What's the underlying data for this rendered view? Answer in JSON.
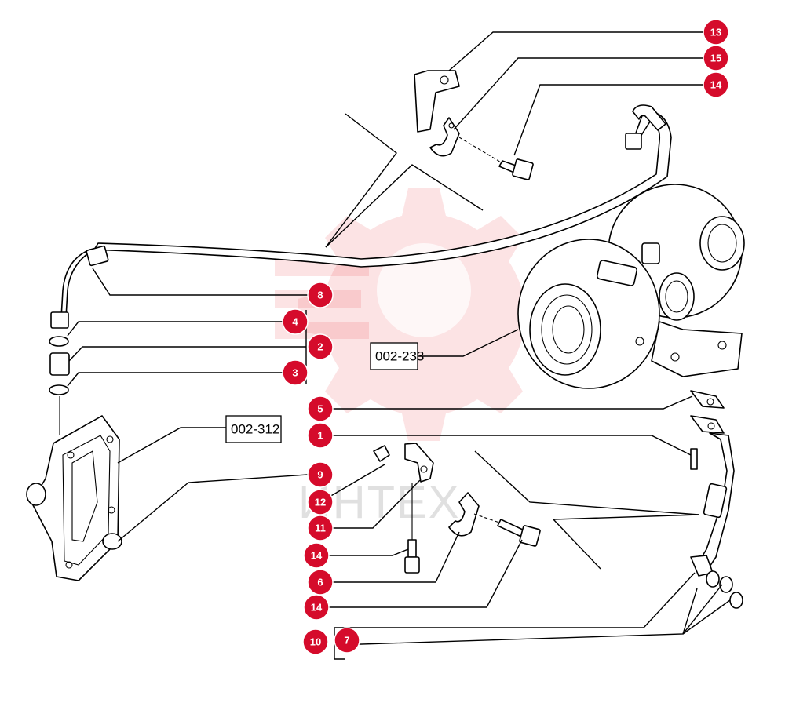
{
  "watermark": {
    "text": "ИНТЕХ",
    "color": "#e8232f"
  },
  "callout_color": "#d50b2b",
  "callouts": [
    {
      "id": "c13a",
      "label": "13"
    },
    {
      "id": "c15",
      "label": "15"
    },
    {
      "id": "c14a",
      "label": "14"
    },
    {
      "id": "c8",
      "label": "8"
    },
    {
      "id": "c4",
      "label": "4"
    },
    {
      "id": "c2",
      "label": "2"
    },
    {
      "id": "c3",
      "label": "3"
    },
    {
      "id": "c5",
      "label": "5"
    },
    {
      "id": "c1",
      "label": "1"
    },
    {
      "id": "c9",
      "label": "9"
    },
    {
      "id": "c12",
      "label": "12"
    },
    {
      "id": "c11",
      "label": "11"
    },
    {
      "id": "c14b",
      "label": "14"
    },
    {
      "id": "c6",
      "label": "6"
    },
    {
      "id": "c14c",
      "label": "14"
    },
    {
      "id": "c7",
      "label": "7"
    },
    {
      "id": "c10",
      "label": "10"
    }
  ],
  "references": [
    {
      "id": "ref_turbo",
      "label": "002-233"
    },
    {
      "id": "ref_cover",
      "label": "002-312"
    }
  ]
}
